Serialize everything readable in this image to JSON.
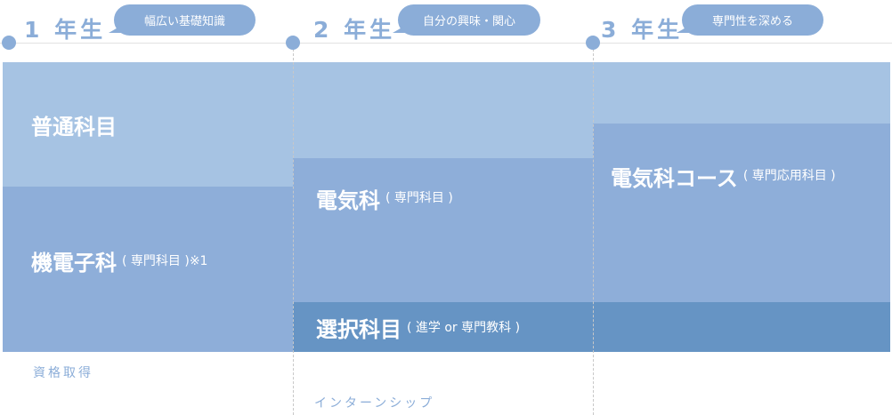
{
  "years": [
    {
      "label": "1 年生",
      "bubble": "幅広い基礎知識"
    },
    {
      "label": "2 年生",
      "bubble": "自分の興味・関心"
    },
    {
      "label": "3 年生",
      "bubble": "専門性を深める"
    }
  ],
  "blocks": {
    "general": {
      "title": "普通科目"
    },
    "mech": {
      "title": "機電子科",
      "sub": "( 専門科目 )※1"
    },
    "elec": {
      "title": "電気科",
      "sub": "( 専門科目 )"
    },
    "elec_course": {
      "title": "電気科コース",
      "sub": "( 専門応用科目 )"
    },
    "elective": {
      "title": "選択科目",
      "sub": "( 進学 or 専門教科 )"
    }
  },
  "notes": {
    "qualification": "資格取得",
    "internship": "インターンシップ"
  },
  "colors": {
    "light": "#a6c3e3",
    "mid": "#8eaed9",
    "dark": "#6694c4",
    "accent": "#8badd8"
  }
}
